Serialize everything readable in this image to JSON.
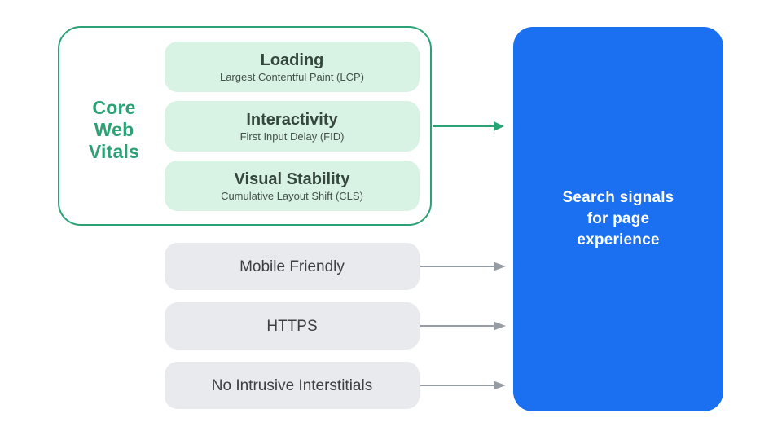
{
  "colors": {
    "green": "#2BA275",
    "mint": "#D8F2E4",
    "blue": "#1A70F0",
    "gray_box": "#E9EAED",
    "gray_arrow": "#969CA3",
    "dark_text": "#3C4043",
    "white": "#FFFFFF"
  },
  "core_web_vitals": {
    "label_lines": [
      "Core",
      "Web",
      "Vitals"
    ],
    "items": [
      {
        "title": "Loading",
        "subtitle": "Largest Contentful Paint (LCP)"
      },
      {
        "title": "Interactivity",
        "subtitle": "First Input Delay (FID)"
      },
      {
        "title": "Visual Stability",
        "subtitle": "Cumulative Layout Shift (CLS)"
      }
    ]
  },
  "other_signals": [
    {
      "label": "Mobile Friendly"
    },
    {
      "label": "HTTPS"
    },
    {
      "label": "No Intrusive Interstitials"
    }
  ],
  "result": {
    "lines": [
      "Search signals",
      "for page",
      "experience"
    ]
  }
}
